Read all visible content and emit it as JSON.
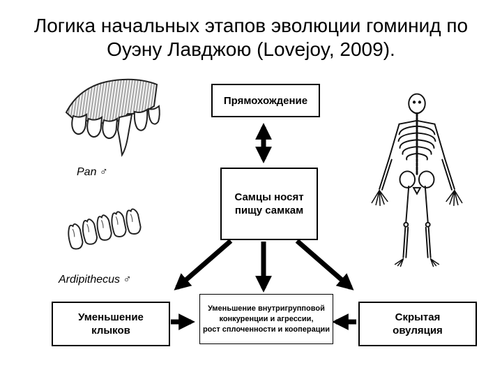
{
  "slide": {
    "title": "Логика начальных этапов эволюции гоминид по\nОуэну Лавджою (Lovejoy, 2009)."
  },
  "diagram": {
    "boxes": {
      "bipedalism": "Прямохождение",
      "provisioning": "Самцы носят\nпищу самкам",
      "canine_reduction": "Уменьшение\nклыков",
      "cooperation": "Уменьшение внутригрупповой\nконкуренции и агрессии,\nрост сплоченности и кооперации",
      "concealed_ovulation": "Скрытая\nовуляция"
    },
    "labels": {
      "pan": "Pan ♂",
      "ardipithecus": "Ardipithecus ♂"
    },
    "images": {
      "pan_jaw": "pan-upper-jaw-illustration",
      "ardipithecus_teeth": "ardipithecus-teeth-illustration",
      "skeleton": "hominid-skeleton-illustration"
    },
    "colors": {
      "line": "#000000",
      "text": "#000000",
      "background": "#ffffff"
    }
  }
}
